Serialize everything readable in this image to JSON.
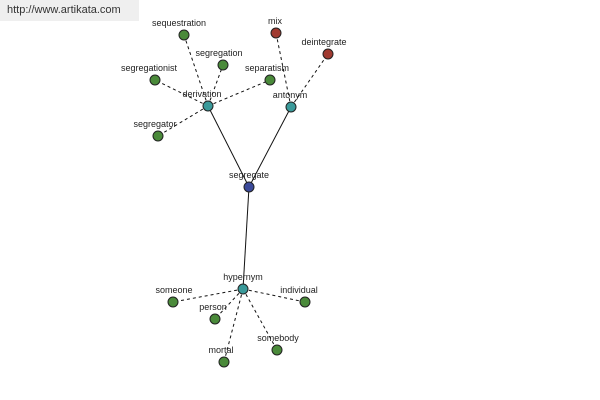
{
  "site_url": "http://www.artikata.com",
  "colors": {
    "center": "#3b4a9a",
    "hub": "#3a9a9a",
    "leaf_green": "#4a8a3a",
    "leaf_red": "#a03a30"
  },
  "nodes": {
    "segregate": {
      "label": "segregate",
      "kind": "center"
    },
    "derivation": {
      "label": "derivation",
      "kind": "hub"
    },
    "antonym": {
      "label": "antonym",
      "kind": "hub"
    },
    "hypernym": {
      "label": "hypernym",
      "kind": "hub"
    },
    "sequestration": {
      "label": "sequestration",
      "kind": "leaf_green"
    },
    "segregation": {
      "label": "segregation",
      "kind": "leaf_green"
    },
    "segregationist": {
      "label": "segregationist",
      "kind": "leaf_green"
    },
    "separatism": {
      "label": "separatism",
      "kind": "leaf_green"
    },
    "segregator": {
      "label": "segregator",
      "kind": "leaf_green"
    },
    "mix": {
      "label": "mix",
      "kind": "leaf_red"
    },
    "deintegrate": {
      "label": "deintegrate",
      "kind": "leaf_red"
    },
    "someone": {
      "label": "someone",
      "kind": "leaf_green"
    },
    "individual": {
      "label": "individual",
      "kind": "leaf_green"
    },
    "person": {
      "label": "person",
      "kind": "leaf_green"
    },
    "somebody": {
      "label": "somebody",
      "kind": "leaf_green"
    },
    "mortal": {
      "label": "mortal",
      "kind": "leaf_green"
    }
  },
  "edges": [
    {
      "from": "segregate",
      "to": "derivation",
      "style": "solid"
    },
    {
      "from": "segregate",
      "to": "antonym",
      "style": "solid"
    },
    {
      "from": "segregate",
      "to": "hypernym",
      "style": "solid"
    },
    {
      "from": "derivation",
      "to": "sequestration",
      "style": "dashed"
    },
    {
      "from": "derivation",
      "to": "segregation",
      "style": "dashed"
    },
    {
      "from": "derivation",
      "to": "segregationist",
      "style": "dashed"
    },
    {
      "from": "derivation",
      "to": "separatism",
      "style": "dashed"
    },
    {
      "from": "derivation",
      "to": "segregator",
      "style": "dashed"
    },
    {
      "from": "antonym",
      "to": "mix",
      "style": "dashed"
    },
    {
      "from": "antonym",
      "to": "deintegrate",
      "style": "dashed"
    },
    {
      "from": "hypernym",
      "to": "someone",
      "style": "dashed"
    },
    {
      "from": "hypernym",
      "to": "individual",
      "style": "dashed"
    },
    {
      "from": "hypernym",
      "to": "person",
      "style": "dashed"
    },
    {
      "from": "hypernym",
      "to": "somebody",
      "style": "dashed"
    },
    {
      "from": "hypernym",
      "to": "mortal",
      "style": "dashed"
    }
  ]
}
